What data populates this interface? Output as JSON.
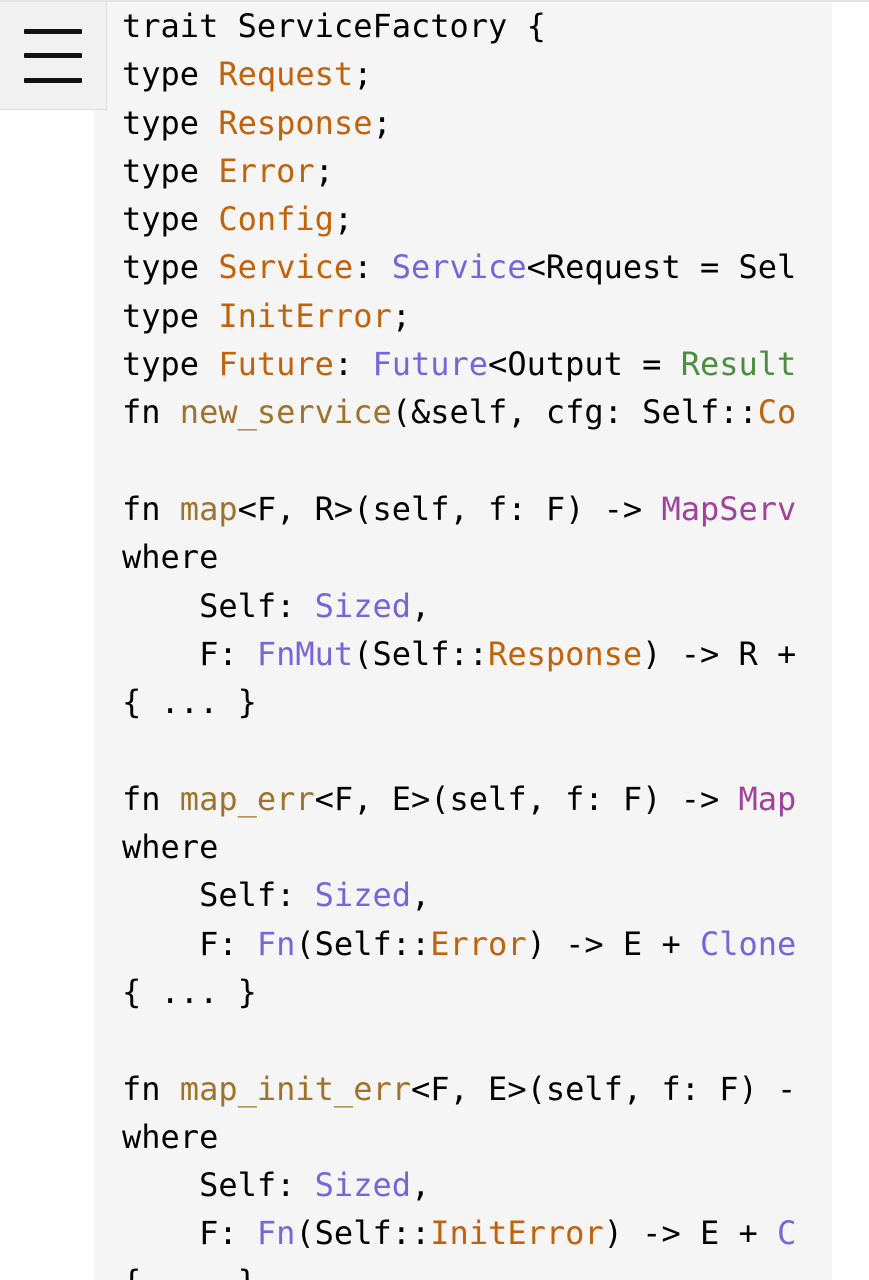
{
  "colors": {
    "code_background": "#f5f5f5",
    "associated_type": "#c2620a",
    "trait_name": "#7a64db",
    "struct_name": "#a1419a",
    "function_name": "#a0732c",
    "enum_name": "#4c8e3f"
  },
  "menu": {
    "icon": "hamburger-menu-icon"
  },
  "code": {
    "lines": [
      [
        {
          "t": "trait ServiceFactory {",
          "c": "kw"
        }
      ],
      [
        {
          "t": "type ",
          "c": "kw"
        },
        {
          "t": "Request",
          "c": "ty"
        },
        {
          "t": ";",
          "c": "pl"
        }
      ],
      [
        {
          "t": "type ",
          "c": "kw"
        },
        {
          "t": "Response",
          "c": "ty"
        },
        {
          "t": ";",
          "c": "pl"
        }
      ],
      [
        {
          "t": "type ",
          "c": "kw"
        },
        {
          "t": "Error",
          "c": "ty"
        },
        {
          "t": ";",
          "c": "pl"
        }
      ],
      [
        {
          "t": "type ",
          "c": "kw"
        },
        {
          "t": "Config",
          "c": "ty"
        },
        {
          "t": ";",
          "c": "pl"
        }
      ],
      [
        {
          "t": "type ",
          "c": "kw"
        },
        {
          "t": "Service",
          "c": "ty"
        },
        {
          "t": ": ",
          "c": "pl"
        },
        {
          "t": "Service",
          "c": "tr"
        },
        {
          "t": "<Request = Sel",
          "c": "pl"
        }
      ],
      [
        {
          "t": "type ",
          "c": "kw"
        },
        {
          "t": "InitError",
          "c": "ty"
        },
        {
          "t": ";",
          "c": "pl"
        }
      ],
      [
        {
          "t": "type ",
          "c": "kw"
        },
        {
          "t": "Future",
          "c": "ty"
        },
        {
          "t": ": ",
          "c": "pl"
        },
        {
          "t": "Future",
          "c": "tr"
        },
        {
          "t": "<Output = ",
          "c": "pl"
        },
        {
          "t": "Result",
          "c": "gr"
        }
      ],
      [
        {
          "t": "fn ",
          "c": "kw"
        },
        {
          "t": "new_service",
          "c": "fnn"
        },
        {
          "t": "(&self, cfg: Self::",
          "c": "pl"
        },
        {
          "t": "Co",
          "c": "ty"
        }
      ],
      [
        {
          "t": "",
          "c": "pl"
        }
      ],
      [
        {
          "t": "fn ",
          "c": "kw"
        },
        {
          "t": "map",
          "c": "fnn"
        },
        {
          "t": "<F, R>(self, f: F) -> ",
          "c": "pl"
        },
        {
          "t": "MapServ",
          "c": "st"
        }
      ],
      [
        {
          "t": "where",
          "c": "kw"
        }
      ],
      [
        {
          "t": "    Self: ",
          "c": "pl"
        },
        {
          "t": "Sized",
          "c": "tr"
        },
        {
          "t": ",",
          "c": "pl"
        }
      ],
      [
        {
          "t": "    F: ",
          "c": "pl"
        },
        {
          "t": "FnMut",
          "c": "tr"
        },
        {
          "t": "(Self::",
          "c": "pl"
        },
        {
          "t": "Response",
          "c": "ty"
        },
        {
          "t": ") -> R +",
          "c": "pl"
        }
      ],
      [
        {
          "t": "{ ... }",
          "c": "pl"
        }
      ],
      [
        {
          "t": "",
          "c": "pl"
        }
      ],
      [
        {
          "t": "fn ",
          "c": "kw"
        },
        {
          "t": "map_err",
          "c": "fnn"
        },
        {
          "t": "<F, E>(self, f: F) -> ",
          "c": "pl"
        },
        {
          "t": "Map",
          "c": "st"
        }
      ],
      [
        {
          "t": "where",
          "c": "kw"
        }
      ],
      [
        {
          "t": "    Self: ",
          "c": "pl"
        },
        {
          "t": "Sized",
          "c": "tr"
        },
        {
          "t": ",",
          "c": "pl"
        }
      ],
      [
        {
          "t": "    F: ",
          "c": "pl"
        },
        {
          "t": "Fn",
          "c": "tr"
        },
        {
          "t": "(Self::",
          "c": "pl"
        },
        {
          "t": "Error",
          "c": "ty"
        },
        {
          "t": ") -> E + ",
          "c": "pl"
        },
        {
          "t": "Clone",
          "c": "tr"
        }
      ],
      [
        {
          "t": "{ ... }",
          "c": "pl"
        }
      ],
      [
        {
          "t": "",
          "c": "pl"
        }
      ],
      [
        {
          "t": "fn ",
          "c": "kw"
        },
        {
          "t": "map_init_err",
          "c": "fnn"
        },
        {
          "t": "<F, E>(self, f: F) -",
          "c": "pl"
        }
      ],
      [
        {
          "t": "where",
          "c": "kw"
        }
      ],
      [
        {
          "t": "    Self: ",
          "c": "pl"
        },
        {
          "t": "Sized",
          "c": "tr"
        },
        {
          "t": ",",
          "c": "pl"
        }
      ],
      [
        {
          "t": "    F: ",
          "c": "pl"
        },
        {
          "t": "Fn",
          "c": "tr"
        },
        {
          "t": "(Self::",
          "c": "pl"
        },
        {
          "t": "InitError",
          "c": "ty"
        },
        {
          "t": ") -> E + ",
          "c": "pl"
        },
        {
          "t": "C",
          "c": "tr"
        }
      ],
      [
        {
          "t": "{ ... }",
          "c": "pl"
        }
      ]
    ]
  }
}
